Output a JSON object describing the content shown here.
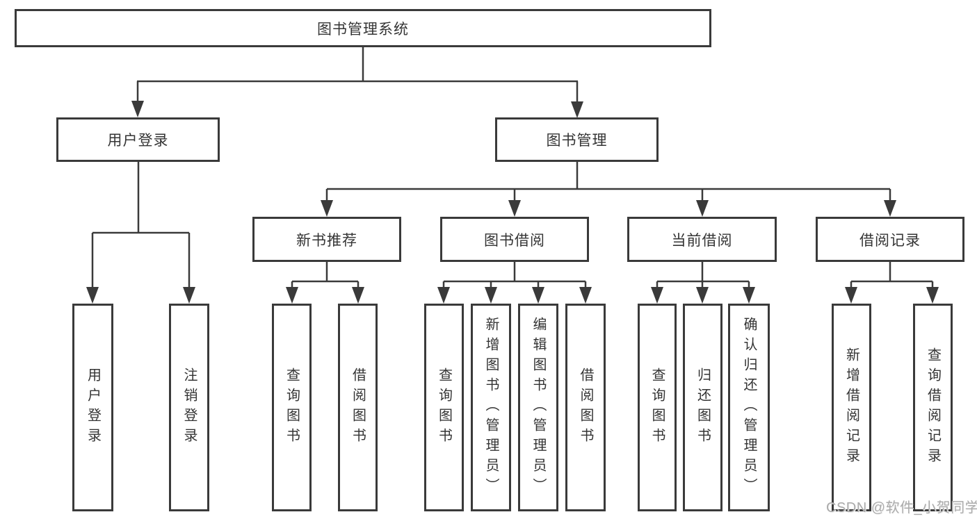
{
  "diagram": {
    "type": "hierarchy-tree",
    "title": "图书管理系统",
    "children": [
      {
        "label": "用户登录",
        "children": [
          {
            "label": "用户登录"
          },
          {
            "label": "注销登录"
          }
        ]
      },
      {
        "label": "图书管理",
        "children": [
          {
            "label": "新书推荐",
            "children": [
              {
                "label": "查询图书"
              },
              {
                "label": "借阅图书"
              }
            ]
          },
          {
            "label": "图书借阅",
            "children": [
              {
                "label": "查询图书"
              },
              {
                "label": "新增图书（管理员）"
              },
              {
                "label": "编辑图书（管理员）"
              },
              {
                "label": "借阅图书"
              }
            ]
          },
          {
            "label": "当前借阅",
            "children": [
              {
                "label": "查询图书"
              },
              {
                "label": "归还图书"
              },
              {
                "label": "确认归还（管理员）"
              }
            ]
          },
          {
            "label": "借阅记录",
            "children": [
              {
                "label": "新增借阅记录"
              },
              {
                "label": "查询借阅记录"
              }
            ]
          }
        ]
      }
    ]
  },
  "watermark": {
    "text": "CSDN @软件_小贺同学"
  },
  "colors": {
    "line": "#3a3a3a",
    "box_border": "#3a3a3a",
    "text": "#343434",
    "watermark": "#ababab",
    "background": "#ffffff"
  }
}
